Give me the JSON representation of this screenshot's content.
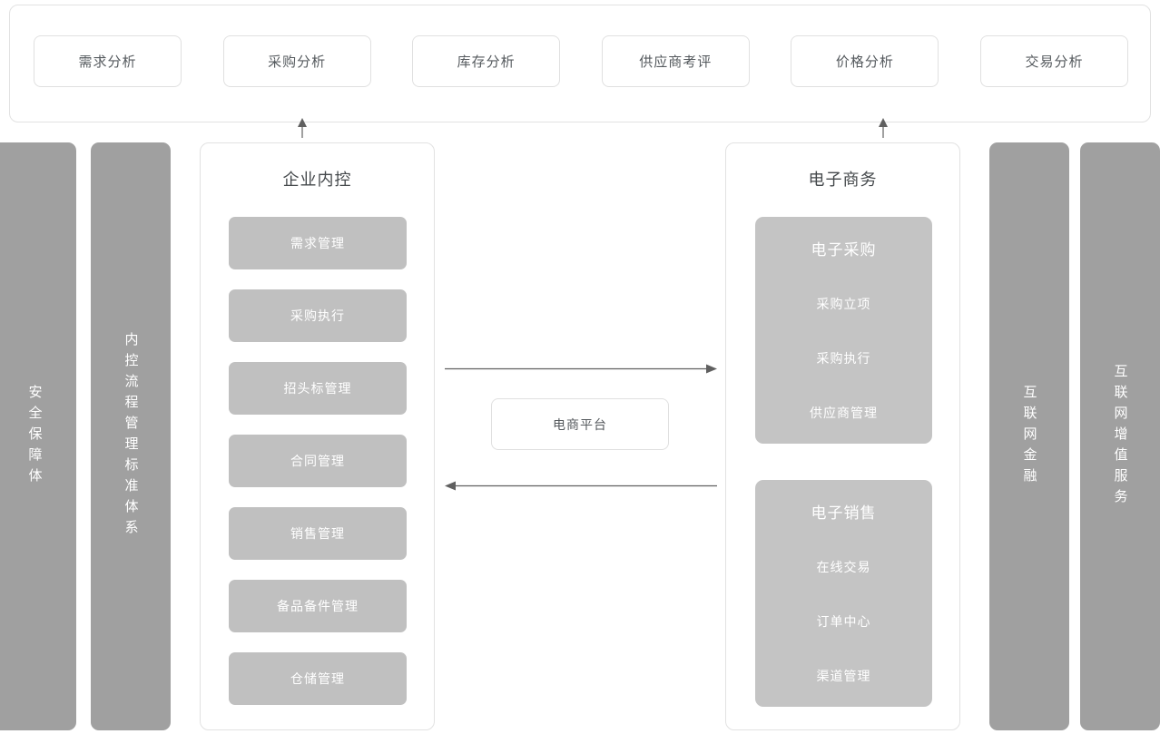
{
  "top_analysis": {
    "tabs": [
      {
        "label": "需求分析"
      },
      {
        "label": "采购分析"
      },
      {
        "label": "库存分析"
      },
      {
        "label": "供应商考评"
      },
      {
        "label": "价格分析"
      },
      {
        "label": "交易分析"
      }
    ]
  },
  "side_bars": {
    "left": [
      {
        "name": "safety",
        "label": "安全保障体"
      },
      {
        "name": "control-standard",
        "label": "内控流程管理标准体系"
      }
    ],
    "right": [
      {
        "name": "internet-finance",
        "label": "互联网金融"
      },
      {
        "name": "internet-value-added",
        "label": "互联网增值服务"
      }
    ]
  },
  "internal_control": {
    "title": "企业内控",
    "modules": [
      {
        "label": "需求管理"
      },
      {
        "label": "采购执行"
      },
      {
        "label": "招头标管理"
      },
      {
        "label": "合同管理"
      },
      {
        "label": "销售管理"
      },
      {
        "label": "备品备件管理"
      },
      {
        "label": "仓储管理"
      }
    ]
  },
  "ecommerce": {
    "title": "电子商务",
    "groups": [
      {
        "title": "电子采购",
        "items": [
          {
            "label": "采购立项"
          },
          {
            "label": "采购执行"
          },
          {
            "label": "供应商管理"
          }
        ]
      },
      {
        "title": "电子销售",
        "items": [
          {
            "label": "在线交易"
          },
          {
            "label": "订单中心"
          },
          {
            "label": "渠道管理"
          }
        ]
      }
    ]
  },
  "platform": {
    "label": "电商平台"
  },
  "connectors": {
    "arrow_right": "arrow-right-icon",
    "arrow_left": "arrow-left-icon",
    "arrow_up_left": "arrow-up-icon",
    "arrow_up_right": "arrow-up-icon"
  },
  "colors": {
    "panel_border": "#e2e2e2",
    "side_bar_gray": "#a0a0a0",
    "module_gray": "#c0c0c0",
    "group_gray": "#c4c4c4",
    "text_dark": "#44484b",
    "text_white": "#ffffff",
    "arrow": "#606060"
  }
}
